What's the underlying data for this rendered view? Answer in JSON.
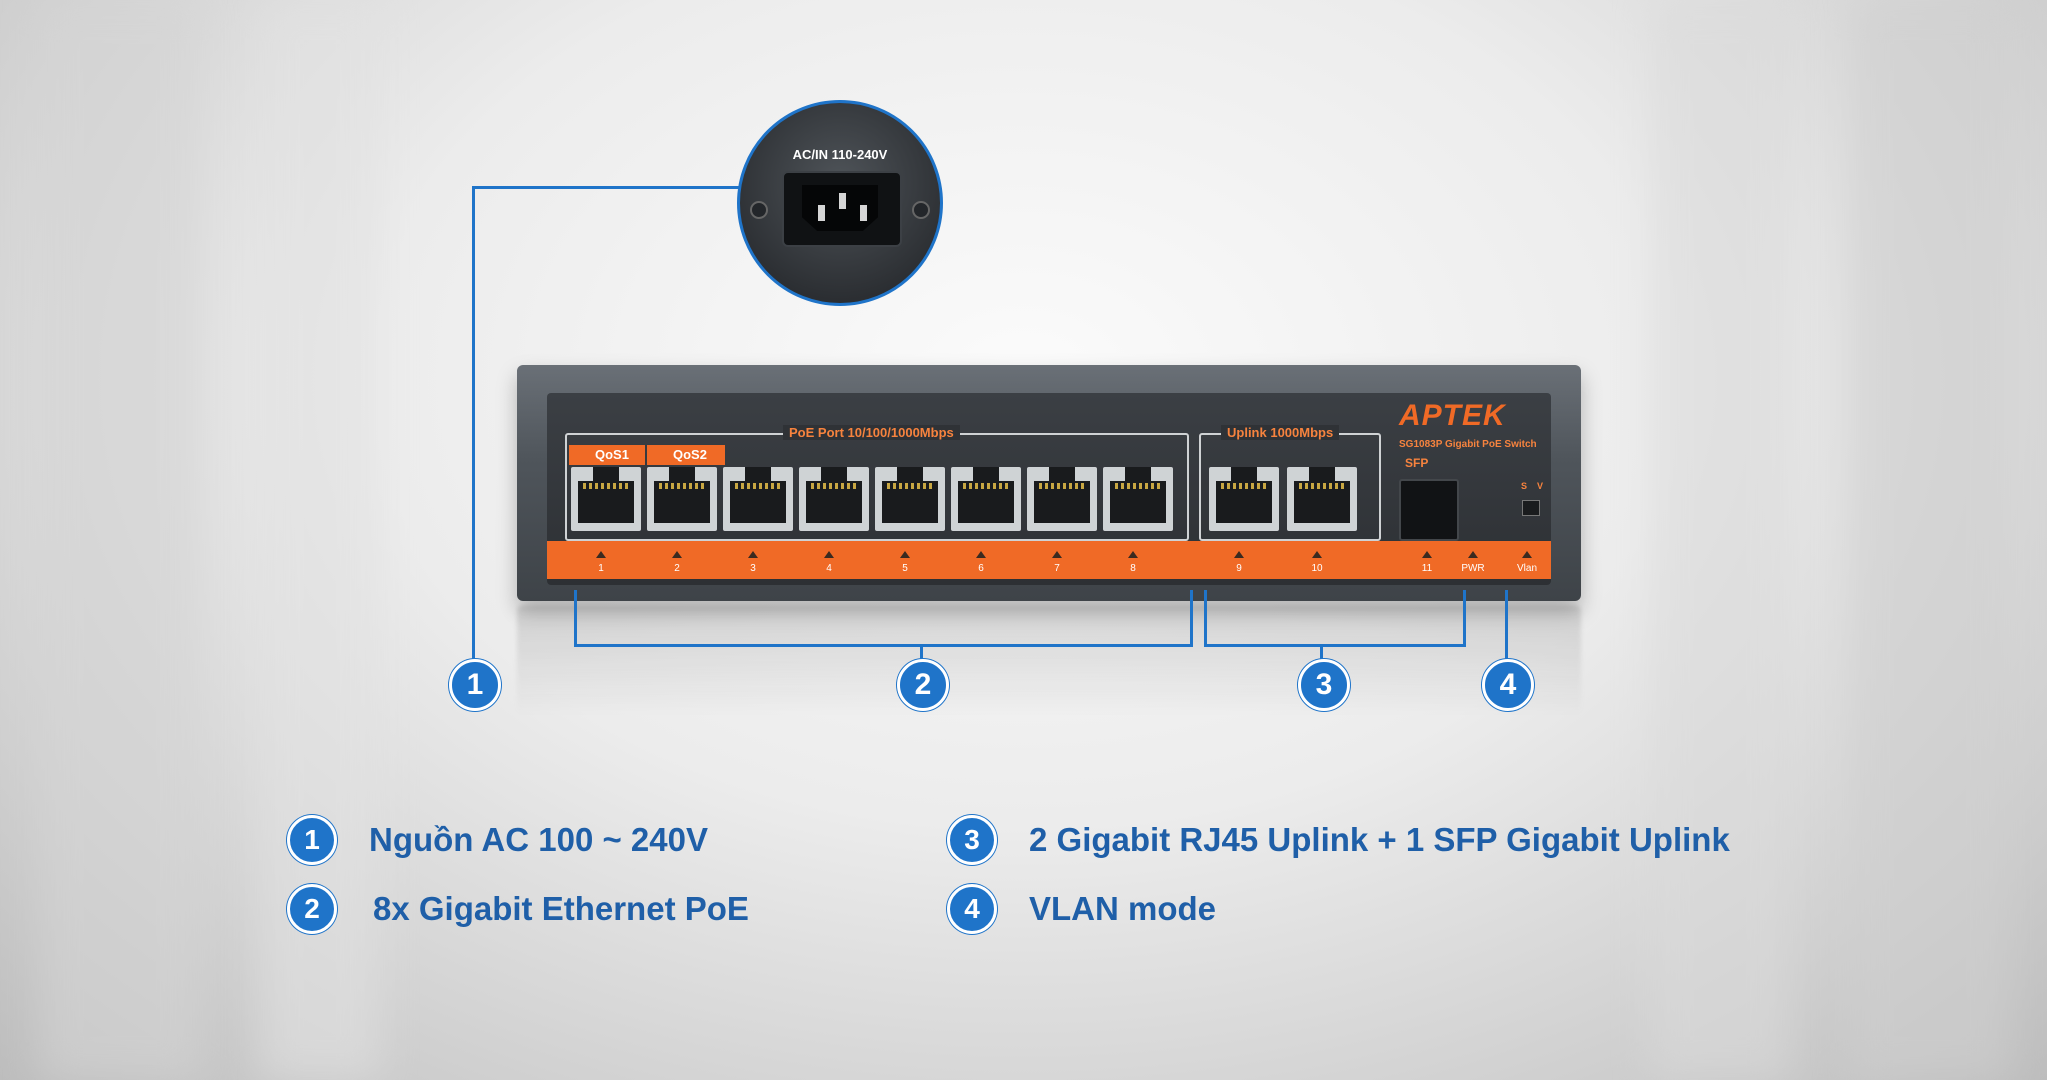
{
  "ac_zoom": {
    "label": "AC/IN 110-240V"
  },
  "device": {
    "brand": "APTEK",
    "model": "SG1083P Gigabit PoE Switch",
    "poe_group_label": "PoE Port 10/100/1000Mbps",
    "uplink_group_label": "Uplink 1000Mbps",
    "qos": [
      "QoS1",
      "QoS2"
    ],
    "sfp_label": "SFP",
    "switch_labels": [
      "S",
      "V"
    ],
    "port_numbers": [
      "1",
      "2",
      "3",
      "4",
      "5",
      "6",
      "7",
      "8",
      "9",
      "10",
      "11"
    ],
    "status_labels": [
      "PWR",
      "Vlan"
    ]
  },
  "callouts": [
    "1",
    "2",
    "3",
    "4"
  ],
  "features": [
    {
      "num": "1",
      "text": "Nguồn AC 100 ~ 240V"
    },
    {
      "num": "2",
      "text": "8x Gigabit Ethernet PoE"
    },
    {
      "num": "3",
      "text": "2 Gigabit RJ45 Uplink + 1 SFP Gigabit Uplink"
    },
    {
      "num": "4",
      "text": "VLAN mode"
    }
  ],
  "colors": {
    "accent": "#1f74c9",
    "orange": "#f06a26",
    "text_blue": "#1f5fa8"
  }
}
